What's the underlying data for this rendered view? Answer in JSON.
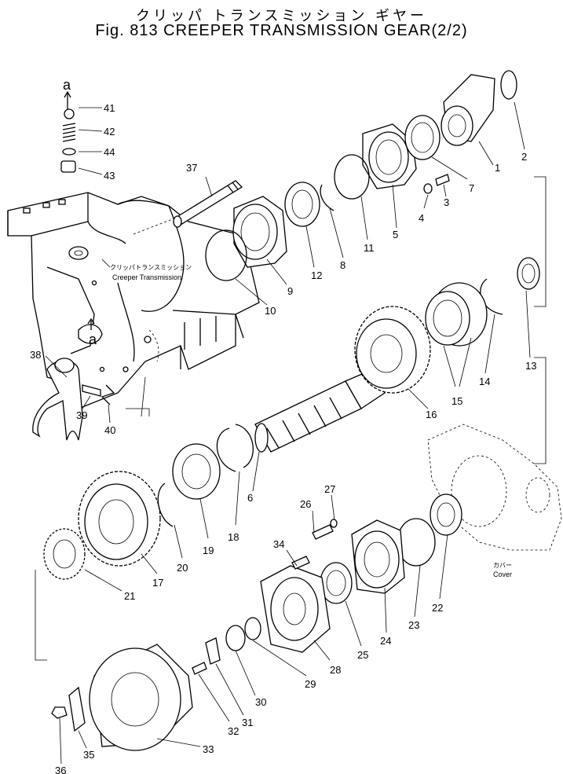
{
  "title_jp": "クリッパ トランスミッション ギヤー",
  "title_en": "Fig. 813 CREEPER TRANSMISSION GEAR(2/2)",
  "labels": {
    "creeper_jp": "クリッパトランスミッション",
    "creeper_en": "Creeper Transmission",
    "cover_jp": "カバー",
    "cover_en": "Cover"
  },
  "markers": {
    "top": "a",
    "housing": "a"
  },
  "part_numbers": [
    "1",
    "2",
    "3",
    "4",
    "5",
    "6",
    "7",
    "8",
    "9",
    "10",
    "11",
    "12",
    "13",
    "14",
    "15",
    "16",
    "17",
    "18",
    "19",
    "20",
    "21",
    "22",
    "23",
    "24",
    "25",
    "26",
    "27",
    "28",
    "29",
    "30",
    "31",
    "32",
    "33",
    "34",
    "35",
    "36",
    "37",
    "38",
    "39",
    "40",
    "41",
    "42",
    "43",
    "44"
  ]
}
